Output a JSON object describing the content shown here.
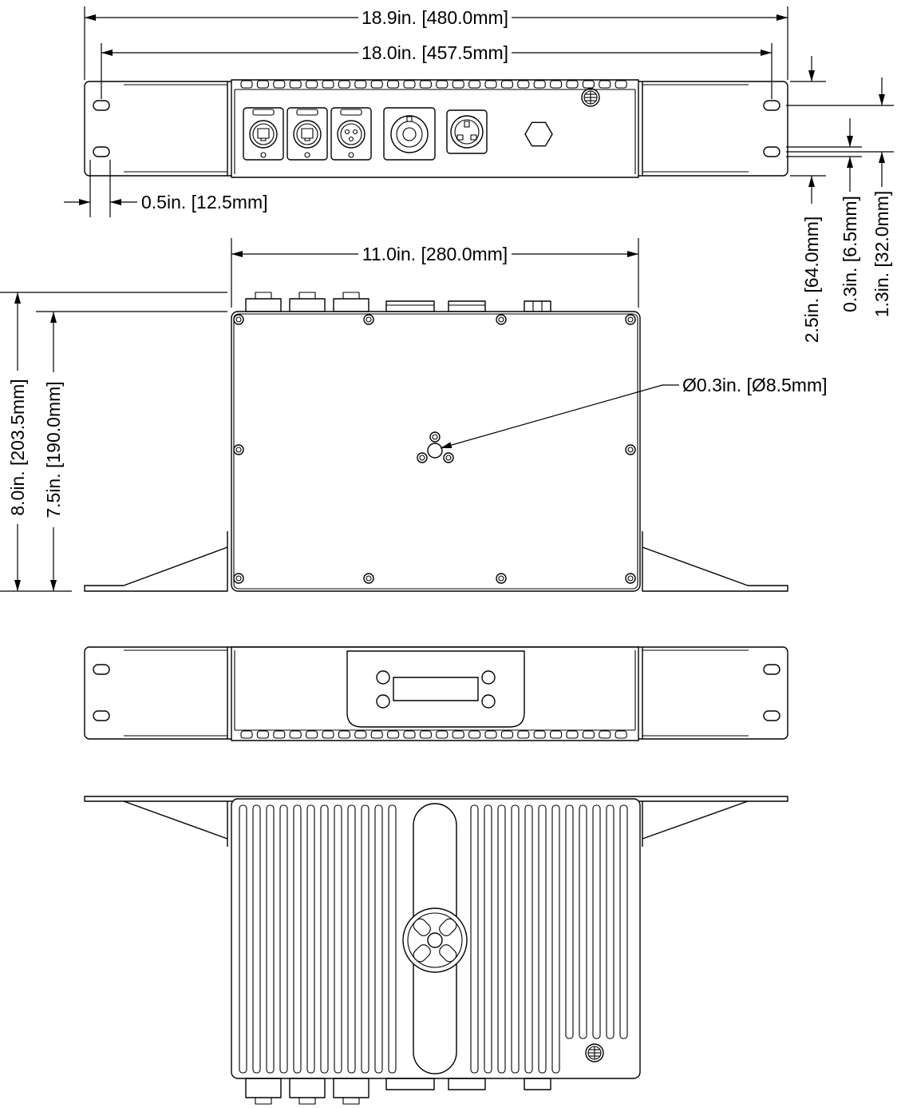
{
  "dimensions": {
    "overall_width": "18.9in. [480.0mm]",
    "hole_spacing": "18.0in. [457.5mm]",
    "hole_offset": "0.5in. [12.5mm]",
    "body_width": "11.0in. [280.0mm]",
    "mount_hole": "Ø0.3in. [Ø8.5mm]",
    "overall_depth": "8.0in. [203.5mm]",
    "body_depth": "7.5in. [190.0mm]",
    "height": "2.5in. [64.0mm]",
    "slot_height": "0.3in. [6.5mm]",
    "slot_spacing": "1.3in. [32.0mm]"
  },
  "colors": {
    "line": "#000000",
    "background": "#ffffff"
  }
}
